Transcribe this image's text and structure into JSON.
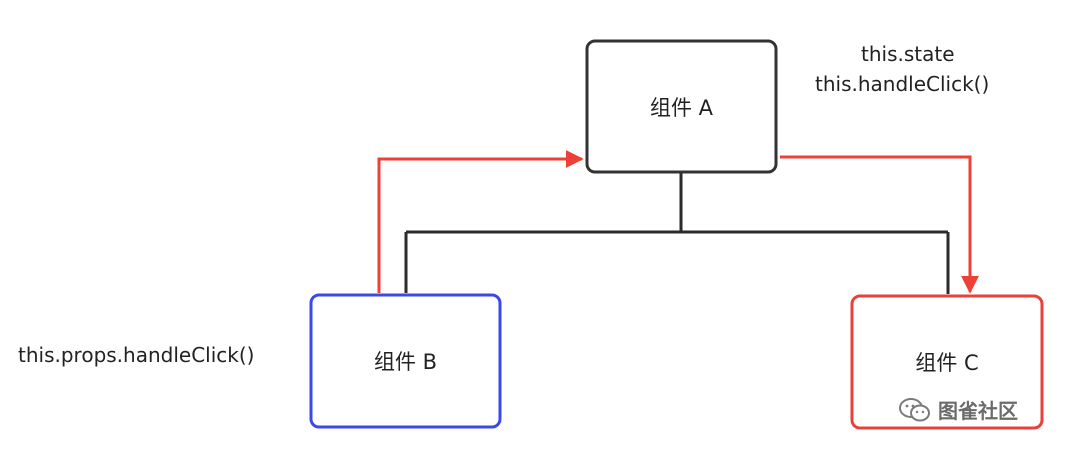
{
  "nodes": {
    "a": {
      "label": "组件 A",
      "border_color": "#333333"
    },
    "b": {
      "label": "组件 B",
      "border_color": "#3b49e6"
    },
    "c": {
      "label": "组件 C",
      "border_color": "#e8413a"
    }
  },
  "annotations": {
    "a_state": "this.state",
    "a_handler": "this.handleClick()",
    "b_props": "this.props.handleClick()"
  },
  "connector_colors": {
    "tree": "#2b2b2b",
    "flow": "#ee4036"
  },
  "watermark": {
    "icon": "wechat-icon",
    "text": "图雀社区"
  }
}
